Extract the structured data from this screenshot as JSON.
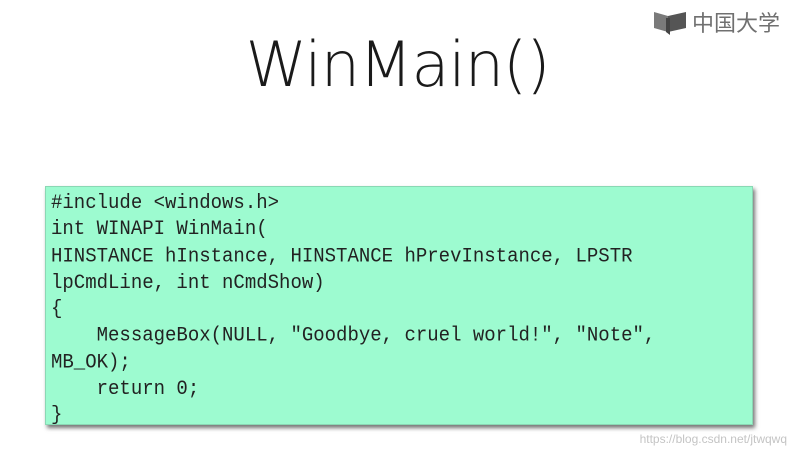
{
  "slide": {
    "title": "WinMain()",
    "logo": {
      "icon": "open-book-icon",
      "text": "中国大学"
    },
    "code_lines": [
      "#include <windows.h>",
      "int WINAPI WinMain(",
      "HINSTANCE hInstance, HINSTANCE hPrevInstance, LPSTR",
      "lpCmdLine, int nCmdShow)",
      "{",
      "    MessageBox(NULL, \"Goodbye, cruel world!\", \"Note\",",
      "MB_OK);",
      "    return 0;",
      "}"
    ],
    "code_background": "#9dfbd0",
    "watermark": "https://blog.csdn.net/jtwqwq"
  }
}
